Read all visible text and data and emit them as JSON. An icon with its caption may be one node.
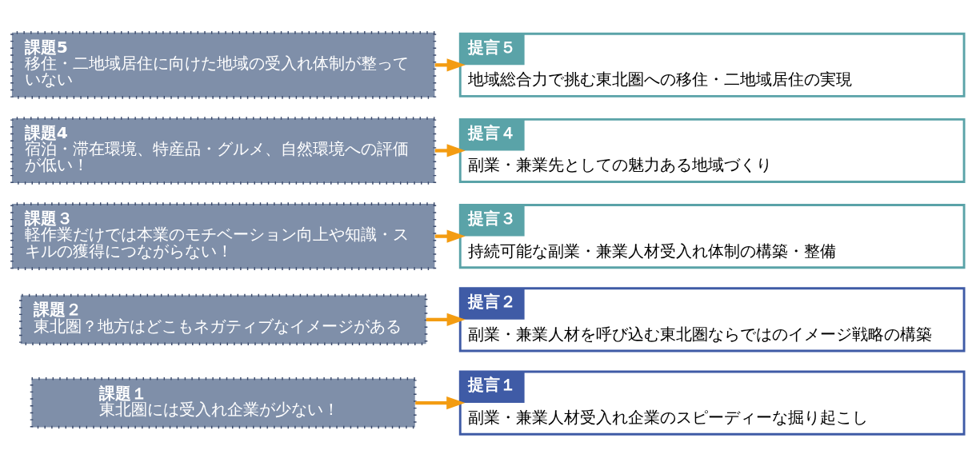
{
  "diagram": {
    "nodes": [
      {
        "text": [
          "課題１",
          "東北圏には受入れ企業が少ない！"
        ]
      },
      {
        "text": [
          "提言１",
          "副業・兼業人材受入れ企業のスピーディーな掘り起こし"
        ]
      },
      {
        "text": [
          "課題２",
          "東北圏？地方はどこもネガティブなイメージがある"
        ]
      },
      {
        "text": [
          "提言２",
          "副業・兼業人材を呼び込む東北圏ならではのイメージ戦略の構築"
        ]
      },
      {
        "text": [
          "課題３",
          "軽作業だけでは本業のモチベーション向上や知識・スキルの獲得につながらない！"
        ]
      },
      {
        "text": [
          "提言３",
          "持続可能な副業・兼業人材受入れ体制の構築・整備"
        ]
      },
      {
        "text": [
          "課題4",
          "宿泊・滞在環境、特産品・グルメ、自然環境への評価が低い！"
        ]
      },
      {
        "text": [
          "提言４",
          "副業・兼業先としての魅力ある地域づくり"
        ]
      },
      {
        "text": [
          "課題5",
          "移住・二地域居住に向けた地域の受入れ体制が整っていない"
        ]
      },
      {
        "text": [
          "提言５",
          "地域総合力で挑む東北圏への移住・二地域居住の実現"
        ]
      }
    ],
    "edges": [
      {
        "from": 0,
        "to": 1,
        "arrow": "to"
      },
      {
        "from": 2,
        "to": 3,
        "arrow": "to"
      },
      {
        "from": 4,
        "to": 5,
        "arrow": "to"
      },
      {
        "from": 6,
        "to": 7,
        "arrow": "to"
      },
      {
        "from": 8,
        "to": 9,
        "arrow": "to"
      }
    ]
  }
}
